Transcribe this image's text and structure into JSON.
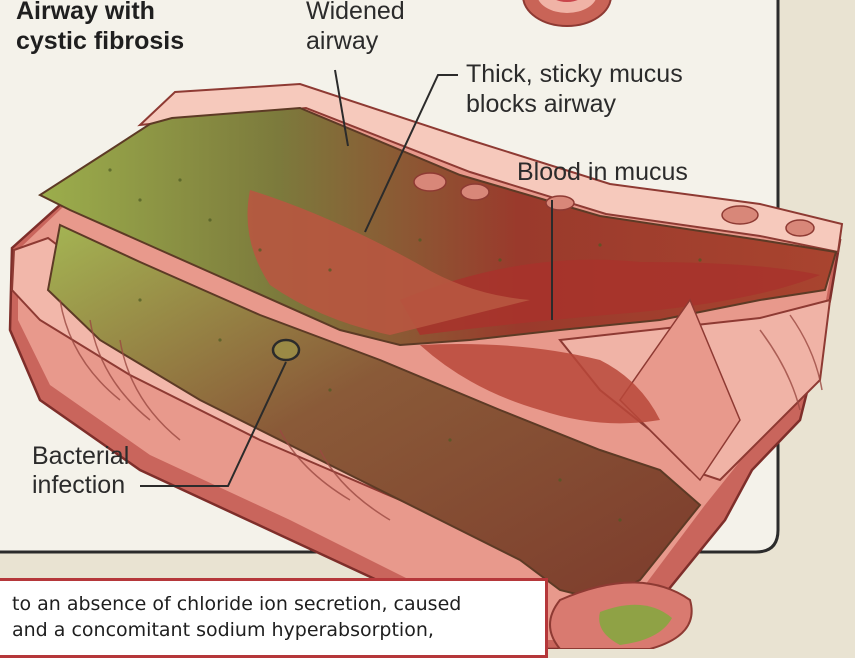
{
  "title_lines": [
    "Airway with",
    "cystic fibrosis"
  ],
  "labels": {
    "widened_airway": [
      "Widened",
      "airway"
    ],
    "mucus": [
      "Thick, sticky mucus",
      "blocks airway"
    ],
    "blood": "Blood in mucus",
    "bacterial_infection": [
      "Bacterial",
      "infection"
    ]
  },
  "caption_lines": [
    "to an absence of chloride ion secretion, caused",
    "and a concomitant sodium hyperabsorption,"
  ],
  "colors": {
    "background": "#e9e3d2",
    "panel": "#f4f2ea",
    "tissue_pink": "#e8998c",
    "tissue_light": "#f6c9bc",
    "muscle_red": "#c9655c",
    "mucus_green": "#8fa245",
    "blood_red": "#a8332c",
    "caption_border": "#b5373a"
  }
}
